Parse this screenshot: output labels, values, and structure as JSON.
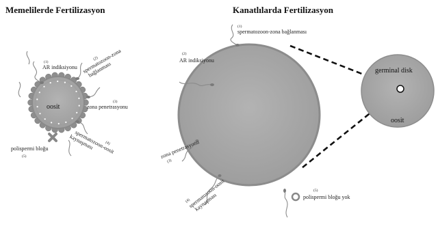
{
  "left_panel": {
    "title": "Memelilerde Fertilizasyon",
    "oocyte_label": "oosit",
    "steps": {
      "s1_num": "(1)",
      "s1": "AR indiksiyonu",
      "s2_num": "(2)",
      "s2_line1": "spermatozoon-zona",
      "s2_line2": "bağlanması",
      "s3_num": "(3)",
      "s3": "zona penetrasyonu",
      "s4_num": "(4)",
      "s4_line1": "spermatozoon-oosit",
      "s4_line2": "kaynaşması",
      "s5": "polispermi bloğu",
      "s5_num": "(5)"
    }
  },
  "right_panel": {
    "title": "Kanatlılarda Fertilizasyon",
    "steps": {
      "s1_num": "(1)",
      "s1": "spermatozoon-zona bağlanması",
      "s2_num": "(2)",
      "s2": "AR indiksiyonu",
      "s3": "zona penetrasyonu",
      "s3_num": "(3)",
      "s4_num": "(4)",
      "s4_line1": "spermatozoon-oosit",
      "s4_line2": "kaynaşması",
      "s5_num": "(5)",
      "s5": "polispermi bloğu yok"
    },
    "inset": {
      "germinal_disk": "germinal disk",
      "oocyte_label": "oosit"
    }
  },
  "colors": {
    "cell_fill": "#a9a9a9",
    "cell_edge": "#7f7f7f",
    "granule": "#8c8c8c",
    "sperm": "#8a8a8a",
    "dash": "#111111"
  }
}
